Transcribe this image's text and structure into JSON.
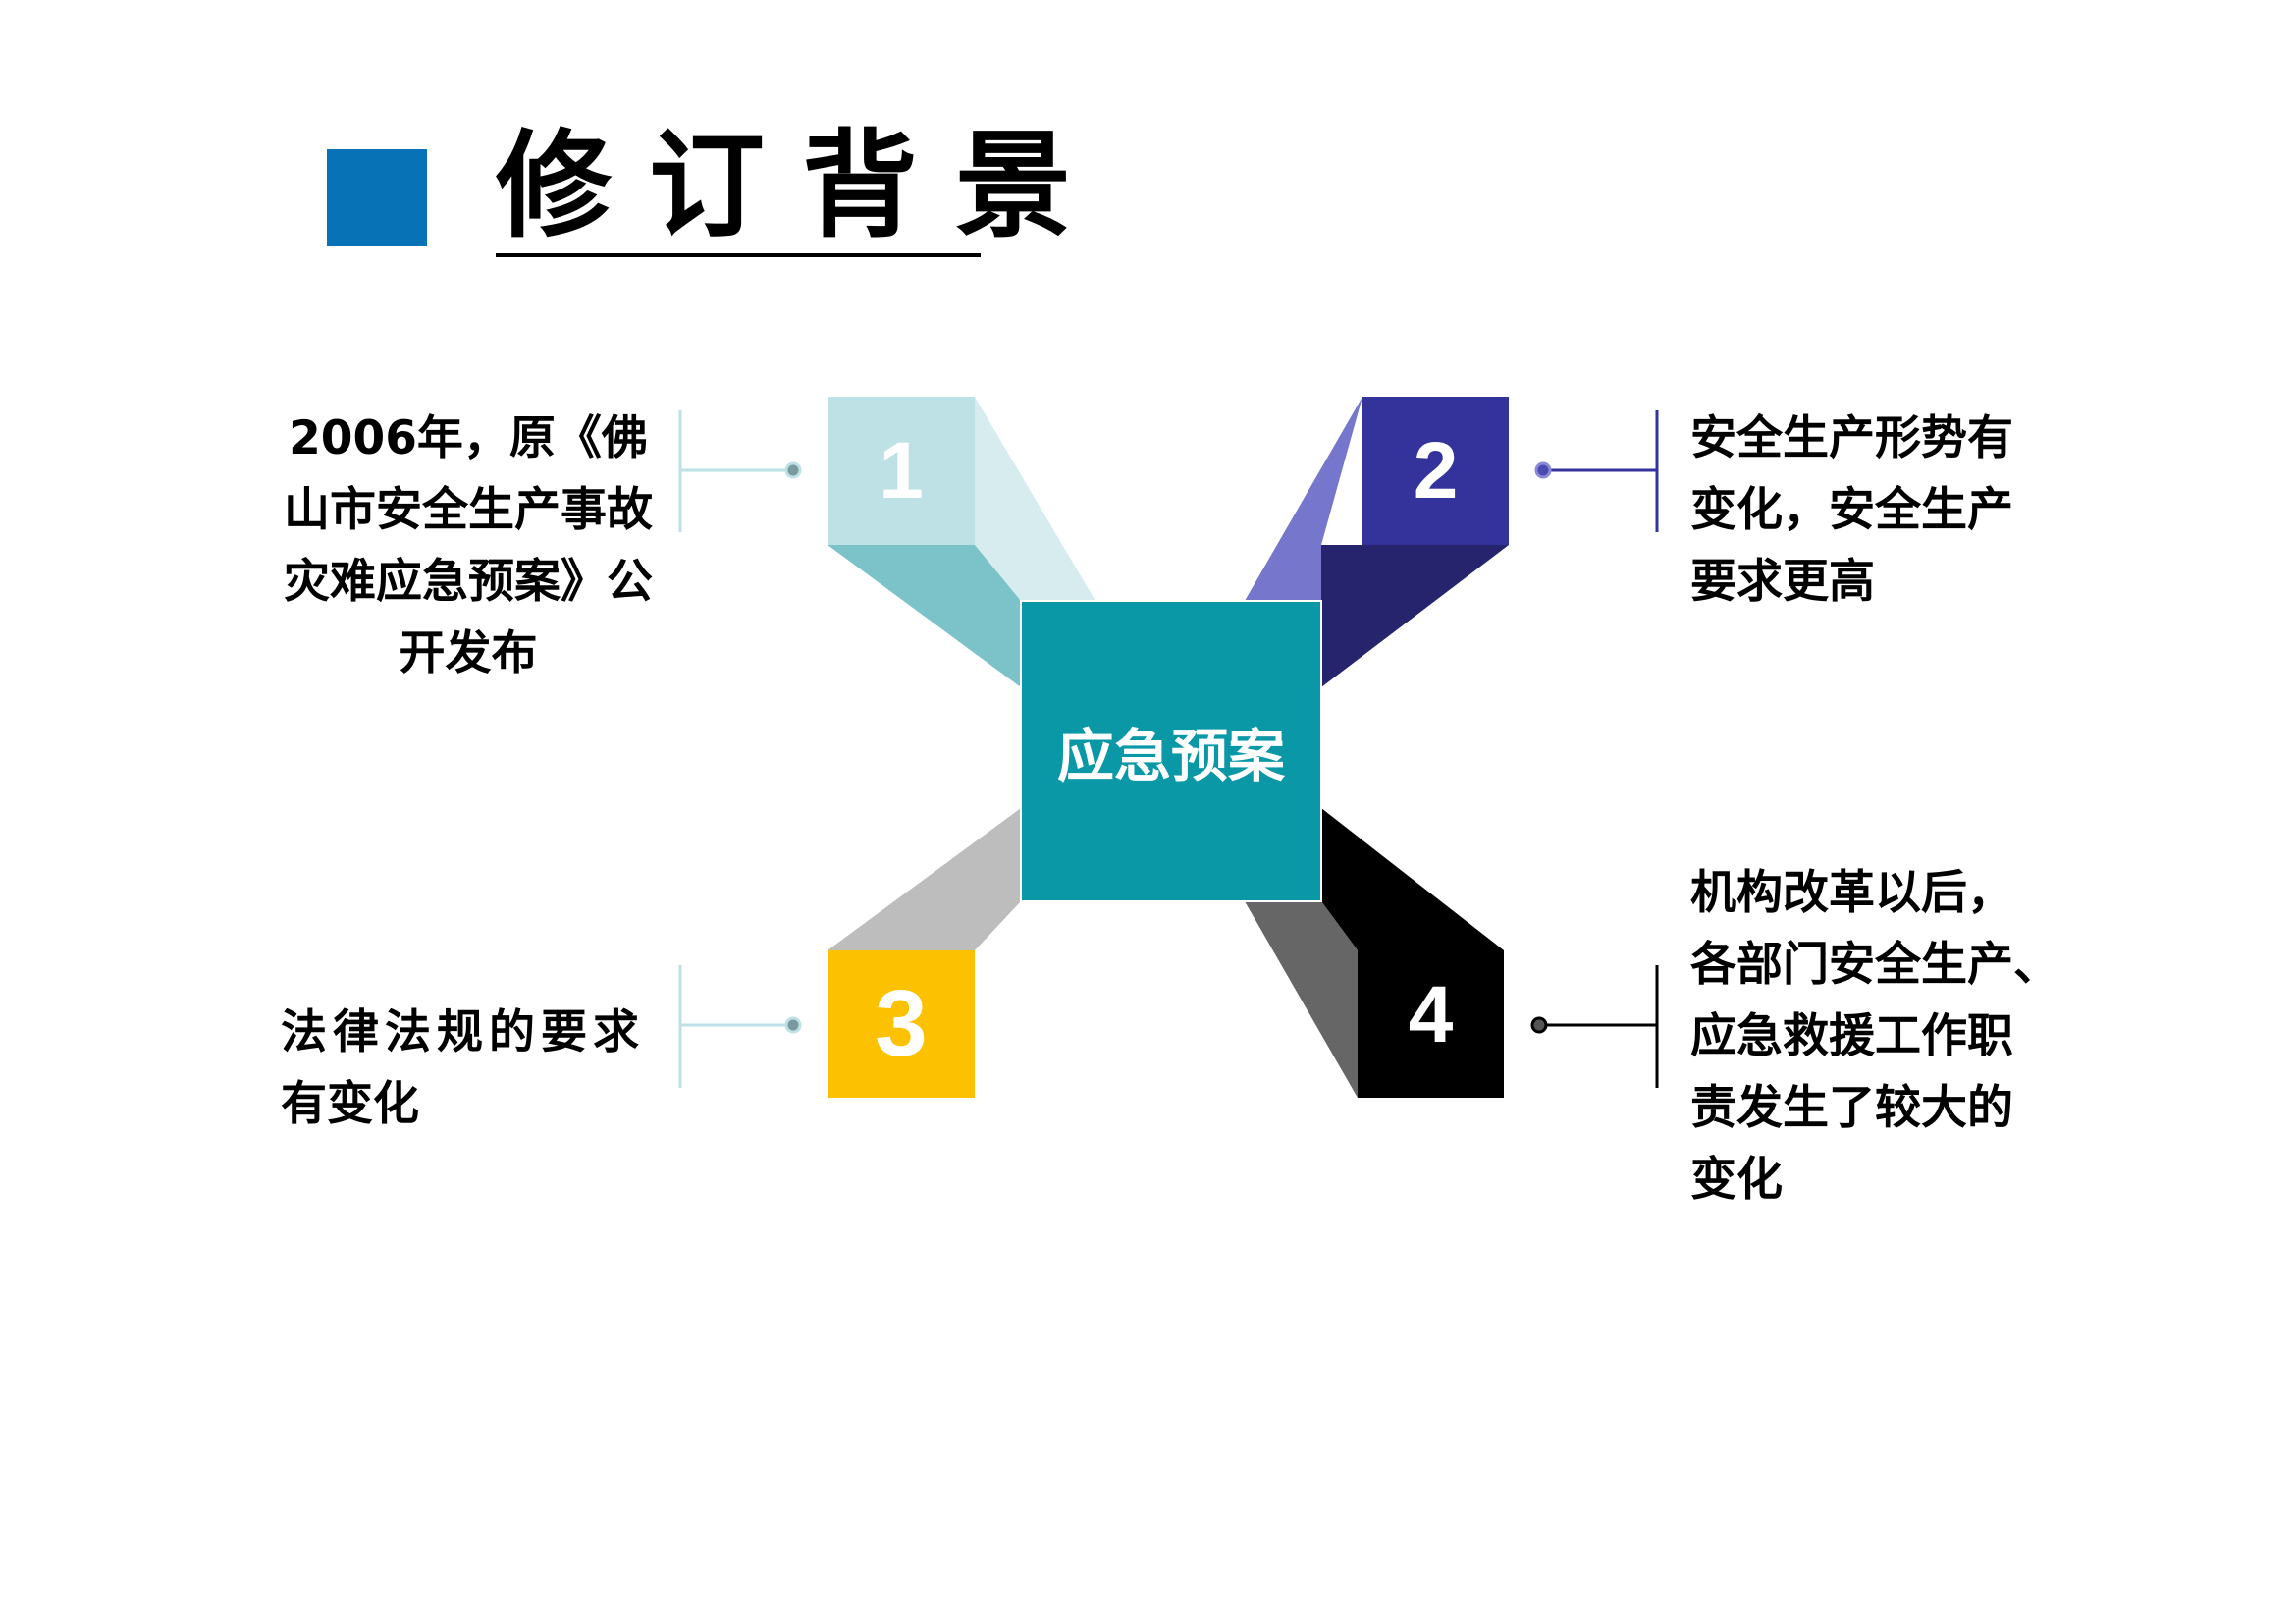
{
  "title": "修订背景",
  "center": {
    "label": "应急预案"
  },
  "items": [
    {
      "number": "1",
      "lines": [
        "2006年，原《佛",
        "山市安全生产事故",
        "灾难应急预案》公",
        "开发布"
      ]
    },
    {
      "number": "2",
      "lines": [
        "安全生产形势有",
        "变化，安全生产",
        "要求更高"
      ]
    },
    {
      "number": "3",
      "lines": [
        "法律法规的要求",
        "有变化"
      ]
    },
    {
      "number": "4",
      "lines": [
        "机构改革以后，",
        "各部门安全生产、",
        "应急救援工作职",
        "责发生了较大的",
        "变化"
      ]
    }
  ],
  "colors": {
    "title_square": "#0772b6",
    "center": "#0a97a6",
    "item1_front": "#bde1e4",
    "item1_side": "#7bc3c8",
    "item1_light": "#d7ecee",
    "item2_front": "#33339b",
    "item2_side": "#25246c",
    "item2_light": "#7676cc",
    "item3_front": "#fcc100",
    "item3_side": "#bdbdbd",
    "item4_front": "#000000",
    "item4_side": "#666666"
  }
}
